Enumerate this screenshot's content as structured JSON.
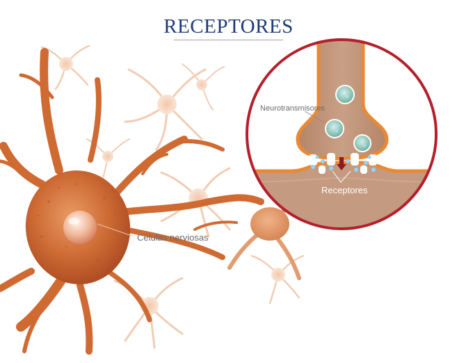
{
  "title": "RECEPTORES",
  "labels": {
    "cells": "Células nerviosas",
    "neurotransmitters": "Neurotransmisores",
    "receptors": "Receptores"
  },
  "colors": {
    "title": "#1f3a7a",
    "neuron_body": "#c8642e",
    "neuron_dendrite": "#d7743a",
    "inset_border": "#b41f2b",
    "inset_fill": "#c49a80",
    "vesicle": "#5fa896",
    "arrow": "#8c1b20"
  }
}
